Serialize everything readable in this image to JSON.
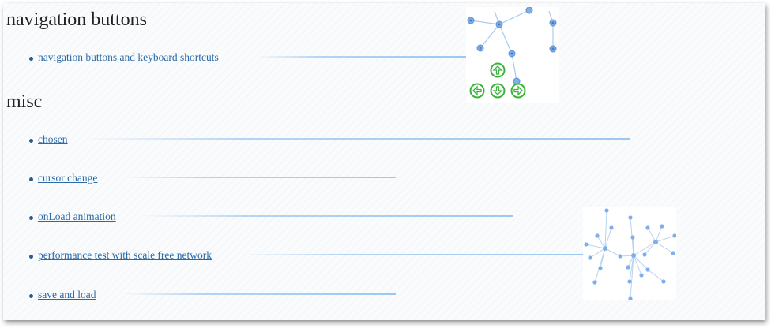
{
  "sections": [
    {
      "title": "navigation buttons",
      "items": [
        "navigation buttons and keyboard shortcuts"
      ]
    },
    {
      "title": "misc",
      "items": [
        "chosen",
        "cursor change",
        "onLoad animation",
        "performance test with scale free network",
        "save and load"
      ]
    }
  ],
  "icons": {
    "nav_up": "arrow-up-icon",
    "nav_down": "arrow-down-icon",
    "nav_left": "arrow-left-icon",
    "nav_right": "arrow-right-icon"
  },
  "colors": {
    "link": "#2869a8",
    "node": "#7faee8",
    "nav_button": "#3cb43c"
  }
}
